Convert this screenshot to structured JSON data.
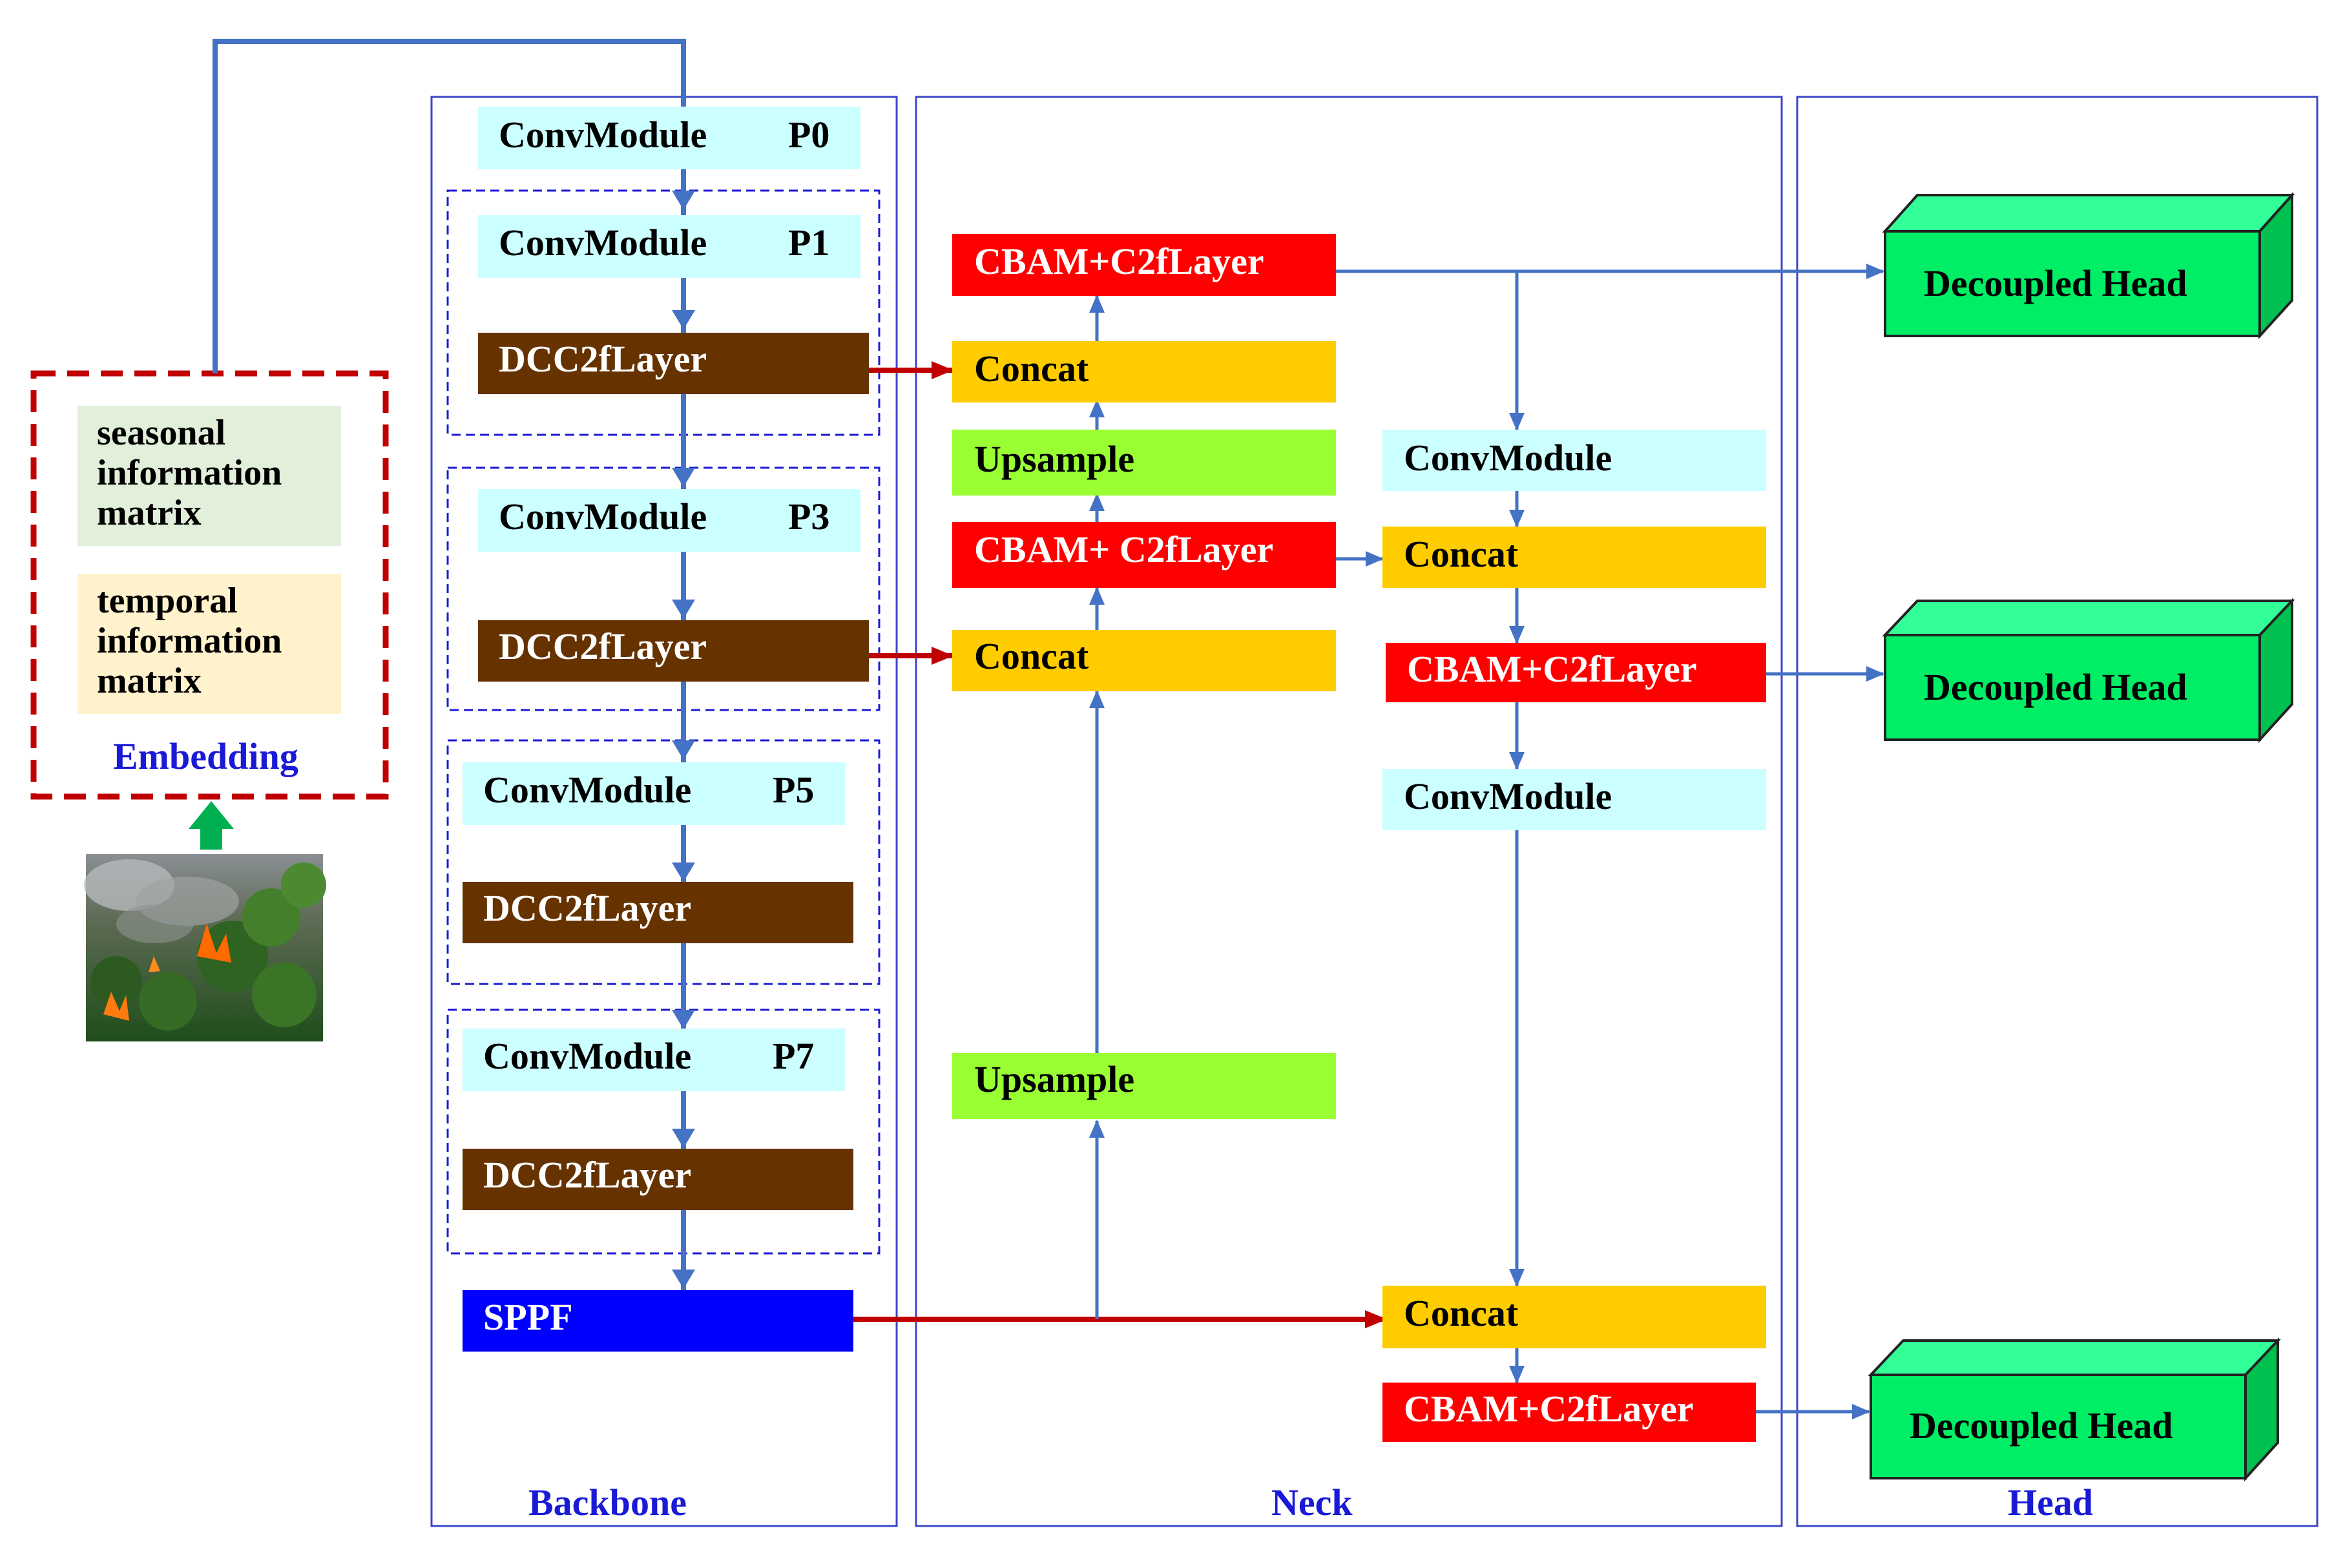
{
  "embedding": {
    "seasonal_line1": "seasonal",
    "seasonal_line2": "information",
    "seasonal_line3": "matrix",
    "temporal_line1": "temporal",
    "temporal_line2": "information",
    "temporal_line3": "matrix",
    "label": "Embedding",
    "input_image": "forest-fire-photo"
  },
  "backbone": {
    "label": "Backbone",
    "p0_module": "ConvModule",
    "p0_tag": "P0",
    "p1_module": "ConvModule",
    "p1_tag": "P1",
    "p1_layer": "DCC2fLayer",
    "p3_module": "ConvModule",
    "p3_tag": "P3",
    "p3_layer": "DCC2fLayer",
    "p5_module": "ConvModule",
    "p5_tag": "P5",
    "p5_layer": "DCC2fLayer",
    "p7_module": "ConvModule",
    "p7_tag": "P7",
    "p7_layer": "DCC2fLayer",
    "sppf": "SPPF"
  },
  "neck": {
    "label": "Neck",
    "cbam_top": "CBAM+C2fLayer",
    "concat_top": "Concat",
    "upsample_top": "Upsample",
    "cbam_mid": "CBAM+ C2fLayer",
    "concat_mid": "Concat",
    "upsample_bottom": "Upsample",
    "r_convmodule_1": "ConvModule",
    "r_concat_1": "Concat",
    "r_cbam_1": "CBAM+C2fLayer",
    "r_convmodule_2": "ConvModule",
    "r_concat_2": "Concat",
    "r_cbam_2": "CBAM+C2fLayer"
  },
  "head": {
    "label": "Head",
    "decoupled_1": "Decoupled Head",
    "decoupled_2": "Decoupled Head",
    "decoupled_3": "Decoupled Head"
  },
  "colors": {
    "convmodule": "#ccffff",
    "dcc2flayer": "#663300",
    "cbam": "#ff0000",
    "concat": "#ffcc00",
    "upsample": "#99ff33",
    "sppf": "#0000ff",
    "decoupled_front": "#00ee66",
    "decoupled_top": "#33ff99",
    "decoupled_side": "#00c050",
    "flow_arrow": "#4472c4",
    "skip_arrow": "#c00000",
    "embedding_border": "#c00000",
    "seasonal_bg": "#e2efda",
    "temporal_bg": "#fff2cc",
    "up_arrow": "#00b050"
  }
}
